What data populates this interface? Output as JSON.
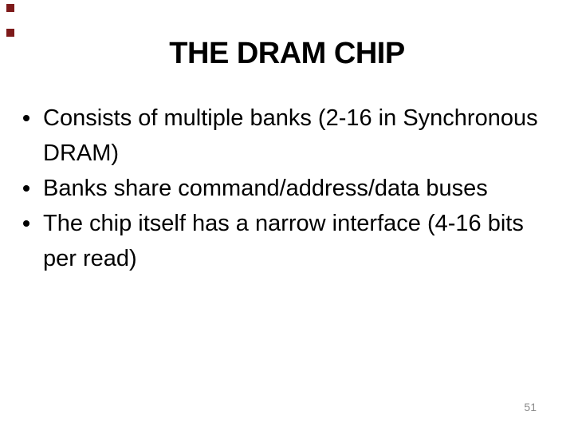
{
  "slide": {
    "title": "THE DRAM CHIP",
    "bullet_glyph": "•",
    "bullets": [
      {
        "lines": [
          "Consists of multiple banks (2-16 in Synchronous",
          "DRAM)"
        ]
      },
      {
        "lines": [
          "Banks share command/address/data buses"
        ]
      },
      {
        "lines": [
          "The chip itself has a narrow interface (4-16 bits",
          "per read)"
        ]
      }
    ],
    "page_number": "51",
    "colors": {
      "background": "#ffffff",
      "title": "#000000",
      "body": "#000000",
      "page_number": "#8c8c8c",
      "accent_square": "#7d1a1a"
    }
  }
}
